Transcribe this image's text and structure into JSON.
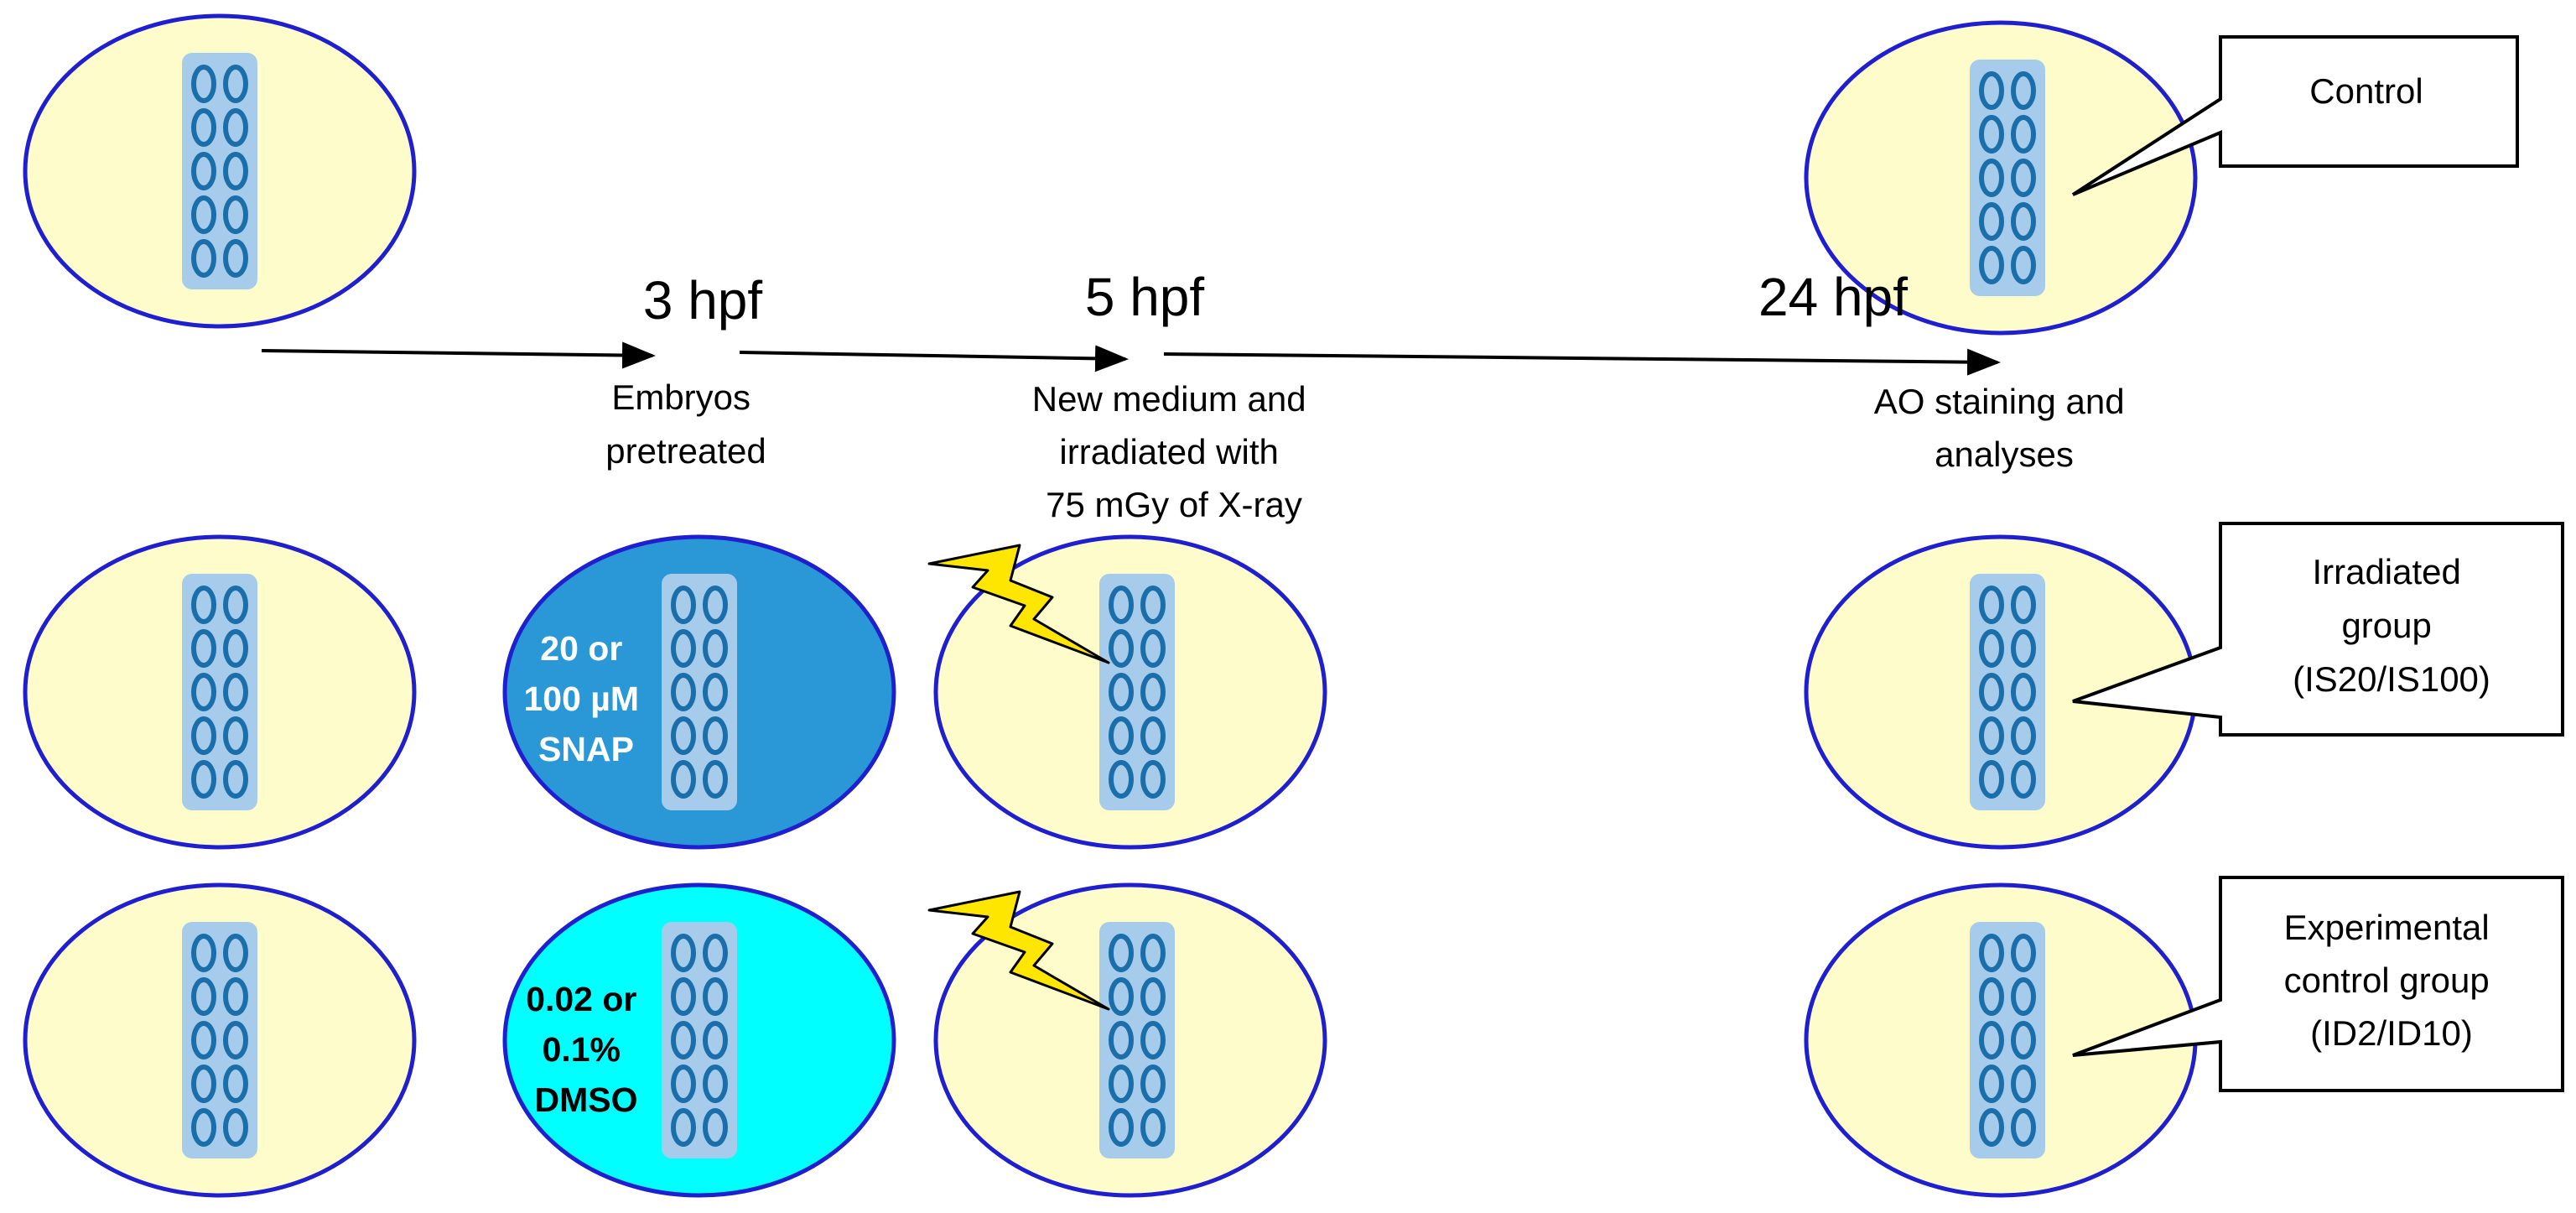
{
  "timepoints": [
    "3 hpf",
    "5 hpf",
    "24 hpf"
  ],
  "steps": {
    "pretreat": [
      "Embryos",
      "pretreated"
    ],
    "irradiate": [
      "New medium and",
      "irradiated with",
      "75 mGy of X-ray"
    ],
    "analysis": [
      "AO staining and",
      "analyses"
    ]
  },
  "treatments": {
    "snap": [
      "20 or",
      "100 µM",
      "SNAP"
    ],
    "dmso": [
      "0.02 or",
      "0.1%",
      "DMSO"
    ]
  },
  "callouts": {
    "control": [
      "Control"
    ],
    "irradiated": [
      "Irradiated",
      "group",
      "(IS20/IS100)"
    ],
    "experimental": [
      "Experimental",
      "control group",
      "(ID2/ID10)"
    ]
  },
  "colors": {
    "dish_fill": "#FFFCCC",
    "dish_border": "#1F1FCF",
    "snap_fill": "#2A97D6",
    "dmso_fill": "#00FFFF",
    "tray_fill": "#A7CCEB",
    "embryo_stroke": "#1A6FAA",
    "bolt_fill": "#FFE600",
    "treat_text_snap": "#FFFFFF",
    "treat_text_dmso": "#000000"
  }
}
